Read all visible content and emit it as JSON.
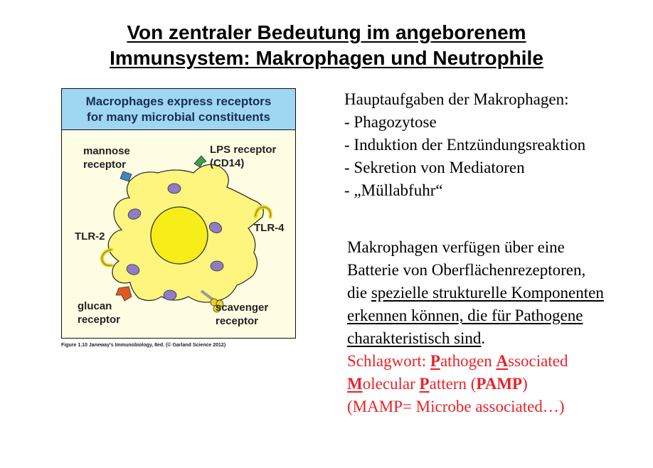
{
  "title": {
    "line1": "Von zentraler Bedeutung im angeborenem",
    "line2": "Immunsystem: Makrophagen und Neutrophile"
  },
  "figure": {
    "header_line1": "Macrophages express receptors",
    "header_line2": "for many microbial constituents",
    "labels": {
      "mannose_1": "mannose",
      "mannose_2": "receptor",
      "lps_1": "LPS receptor",
      "lps_2": "(CD14)",
      "tlr2": "TLR-2",
      "tlr4": "TLR-4",
      "glucan_1": "glucan",
      "glucan_2": "receptor",
      "scavenger_1": "scavenger",
      "scavenger_2": "receptor"
    },
    "caption": "Figure 1.10 Janeway's Immunobiology, 8ed. (© Garland Science 2012)",
    "colors": {
      "header_bg": "#9fd6f2",
      "cell_fill": "#fdf57e",
      "nucleus": "#f6ed19",
      "granule": "#8f7cc4",
      "mannose_receptor": "#3d86c6",
      "lps_receptor": "#3aa04a",
      "tlr": "#e8d21e",
      "glucan_receptor": "#e2571f"
    }
  },
  "tasks": {
    "heading": "Hauptaufgaben der Makrophagen:",
    "items": [
      "- Phagozytose",
      "- Induktion der Entzündungsreaktion",
      "- Sekretion von Mediatoren",
      "- „Müllabfuhr“"
    ]
  },
  "description": {
    "l1": "Makrophagen verfügen über eine",
    "l2": "Batterie von Oberflächenrezeptoren,",
    "l3_plain": "die ",
    "l3_underlined": "spezielle strukturelle Komponenten",
    "l4": "erkennen können, die für Pathogene",
    "l5_underlined": "charakteristisch sind",
    "l5_end": ".",
    "keyword": {
      "prefix": "Schlagwort: ",
      "p1": "P",
      "p1_rest": "athogen ",
      "a1": "A",
      "a1_rest": "ssociated",
      "m1": "M",
      "m1_rest": "olecular ",
      "p2": "P",
      "p2_rest": "attern (",
      "abbr": "PAMP",
      "close": ")",
      "mamp": "(MAMP= Microbe associated…)"
    }
  }
}
